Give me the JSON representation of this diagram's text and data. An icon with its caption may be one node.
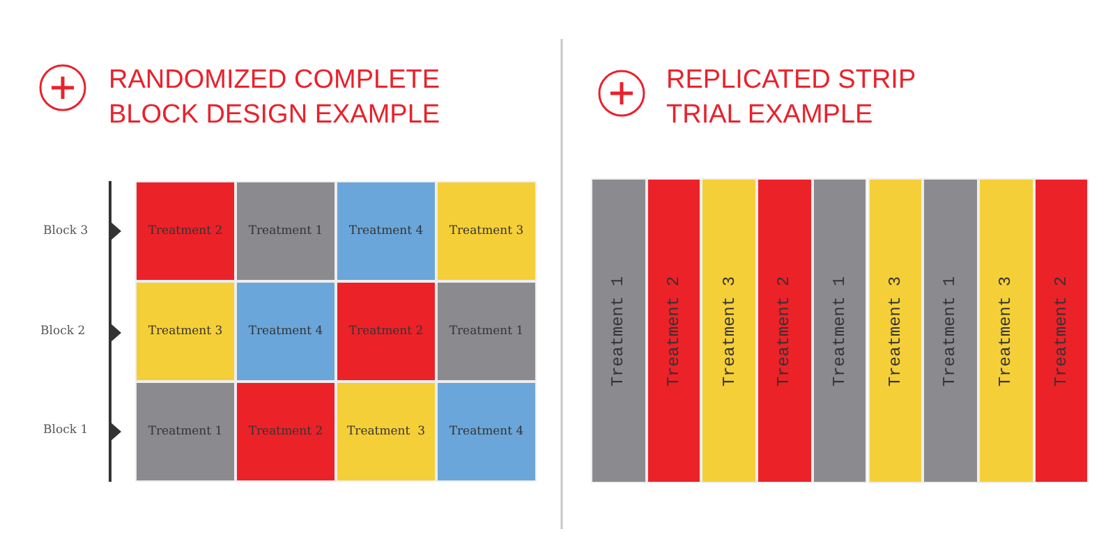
{
  "diagram": {
    "nodes": [
      {
        "text": [
          "Treatment 2"
        ]
      },
      {
        "text": [
          "Treatment 1"
        ]
      },
      {
        "text": [
          "Treatment 4"
        ]
      },
      {
        "text": [
          "Treatment 3"
        ]
      },
      {
        "text": [
          "Treatment 3"
        ]
      },
      {
        "text": [
          "Treatment 4"
        ]
      },
      {
        "text": [
          "Treatment 2"
        ]
      },
      {
        "text": [
          "Treatment 1"
        ]
      },
      {
        "text": [
          "Treatment 1"
        ]
      },
      {
        "text": [
          "Treatment 2"
        ]
      },
      {
        "text": [
          "Treatment  3"
        ]
      },
      {
        "text": [
          "Treatment 4"
        ]
      },
      {
        "text": [
          "Treatment 1"
        ]
      },
      {
        "text": [
          "Treatment 2"
        ]
      },
      {
        "text": [
          "Treatment 3"
        ]
      },
      {
        "text": [
          "Treatment 2"
        ]
      },
      {
        "text": [
          "Treatment 1"
        ]
      },
      {
        "text": [
          "Treatment 3"
        ]
      },
      {
        "text": [
          "Treatment 1"
        ]
      },
      {
        "text": [
          "Treatment 3"
        ]
      },
      {
        "text": [
          "Treatment 2"
        ]
      }
    ],
    "labels": [
      "RANDOMIZED COMPLETE BLOCK DESIGN EXAMPLE",
      "REPLICATED STRIP TRIAL EXAMPLE",
      "Block 3",
      "Block 2",
      "Block 1"
    ]
  }
}
